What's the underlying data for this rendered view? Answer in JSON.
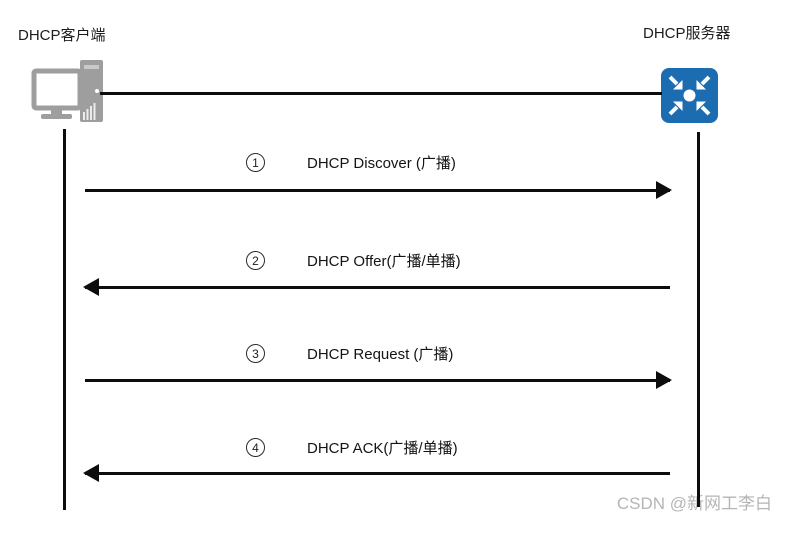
{
  "actors": {
    "client": {
      "title": "DHCP客户端",
      "icon": "computer-icon"
    },
    "server": {
      "title": "DHCP服务器",
      "icon": "switch-icon"
    }
  },
  "messages": [
    {
      "number": "1",
      "label": "DHCP Discover (广播)",
      "direction": "right"
    },
    {
      "number": "2",
      "label": "DHCP Offer(广播/单播)",
      "direction": "left"
    },
    {
      "number": "3",
      "label": "DHCP Request (广播)",
      "direction": "right"
    },
    {
      "number": "4",
      "label": "DHCP ACK(广播/单播)",
      "direction": "left"
    }
  ],
  "watermark": "CSDN @新网工李白",
  "colors": {
    "server_icon_blue": "#1b6cb0",
    "client_icon_gray": "#9e9e9e",
    "line_black": "#0d0d0d",
    "watermark_gray": "#b5b5b5"
  }
}
